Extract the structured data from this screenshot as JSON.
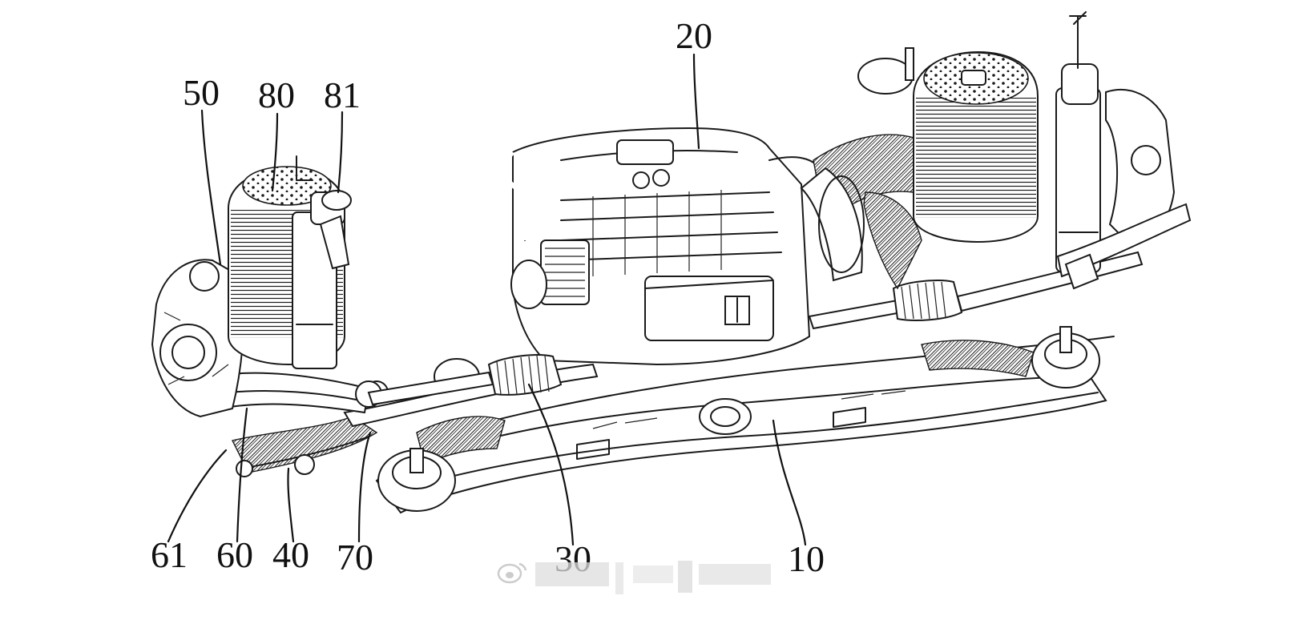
{
  "figure": {
    "callouts": [
      {
        "id": "c10",
        "label": "10"
      },
      {
        "id": "c20",
        "label": "20"
      },
      {
        "id": "c30",
        "label": "30"
      },
      {
        "id": "c40",
        "label": "40"
      },
      {
        "id": "c50",
        "label": "50"
      },
      {
        "id": "c60",
        "label": "60"
      },
      {
        "id": "c61",
        "label": "61"
      },
      {
        "id": "c70",
        "label": "70"
      },
      {
        "id": "c80",
        "label": "80"
      },
      {
        "id": "c81",
        "label": "81"
      }
    ]
  },
  "watermark": {
    "icon": "weibo-logo-icon"
  }
}
